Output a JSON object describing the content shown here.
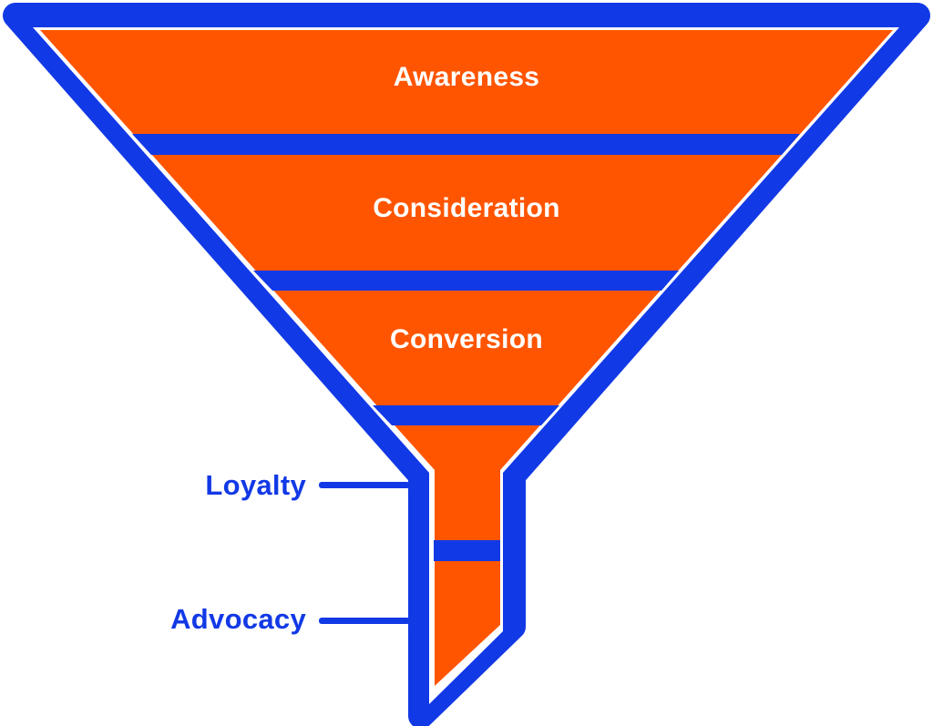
{
  "colors": {
    "outline": "#1239E6",
    "fill": "#FF5500",
    "gap": "#ffffff",
    "stage_text": "#ffffff",
    "side_text": "#1239E6"
  },
  "funnel": {
    "stages": [
      {
        "label": "Awareness"
      },
      {
        "label": "Consideration"
      },
      {
        "label": "Conversion"
      }
    ],
    "side_stages": [
      {
        "label": "Loyalty"
      },
      {
        "label": "Advocacy"
      }
    ]
  }
}
